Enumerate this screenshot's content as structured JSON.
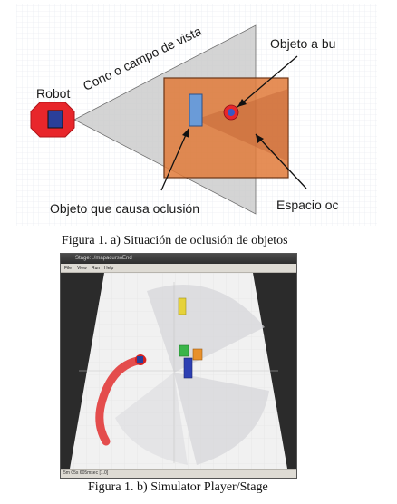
{
  "figure_a": {
    "labels": {
      "robot": "Robot",
      "fov": "Cono o campo de vista",
      "target": "Objeto a bu",
      "occluder": "Objeto que causa oclusión",
      "space": "Espacio oc"
    },
    "colors": {
      "robot_body": "#e8262b",
      "robot_core": "#2a3f9a",
      "cone": "#c9c9c9",
      "area": "#e07a3a",
      "occluder_obj": "#6a9bd8",
      "target_ring": "#e8262b",
      "target_core": "#3a57c4"
    },
    "caption": "Figura 1.  a) Situación de oclusión de objetos"
  },
  "figure_b": {
    "window_title": "Stage: ./mapacursoEnd",
    "menu": [
      "File",
      "View",
      "Run",
      "Help"
    ],
    "status": "5m 05s 605msec [1.0]",
    "caption": "Figura 1. b) Simulator Player/Stage"
  }
}
